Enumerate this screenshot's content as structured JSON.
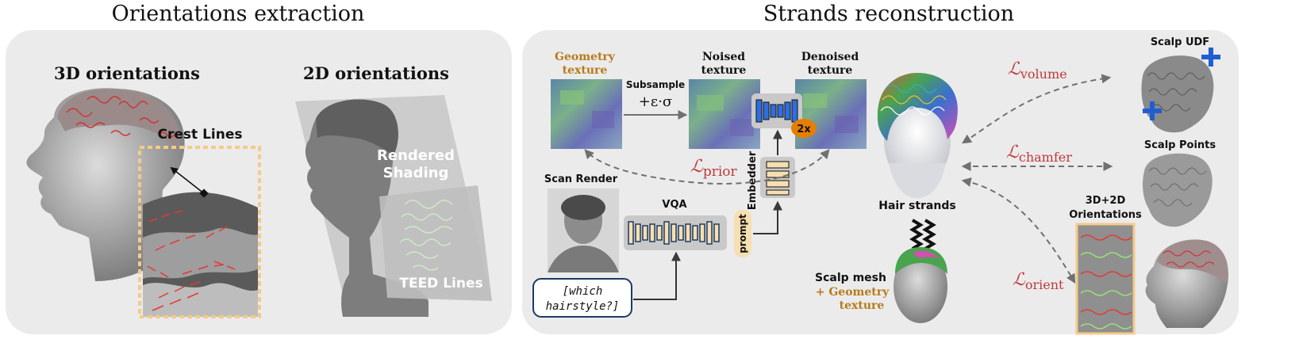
{
  "left_panel": {
    "title": "Orientations extraction",
    "label_3d": "3D orientations",
    "label_crest": "Crest Lines",
    "label_2d": "2D orientations",
    "label_shading": [
      "Rendered",
      "Shading"
    ],
    "label_teed": "TEED Lines"
  },
  "right_panel": {
    "title": "Strands reconstruction",
    "geometry_texture": [
      "Geometry",
      "texture"
    ],
    "noised_texture": [
      "Noised",
      "texture"
    ],
    "denoised_texture": [
      "Denoised",
      "texture"
    ],
    "subsample_label": "Subsample",
    "noise_formula": "+ε·σ",
    "two_x": "2x",
    "embedder": "Embedder",
    "loss_prior_symbol": "ℒ",
    "loss_prior_sub": "prior",
    "scan_render": "Scan Render",
    "vqa": "VQA",
    "prompt": "prompt",
    "question": [
      "[which",
      "hairstyle?]"
    ],
    "hair_strands": "Hair strands",
    "scalp_mesh": "Scalp mesh",
    "scalp_mesh_sub": [
      "+ Geometry",
      "texture"
    ],
    "losses": [
      {
        "symbol": "ℒ",
        "sub": "volume"
      },
      {
        "symbol": "ℒ",
        "sub": "chamfer"
      },
      {
        "symbol": "ℒ",
        "sub": "orient"
      }
    ],
    "scalp_udf": "Scalp UDF",
    "scalp_points": "Scalp Points",
    "orientations_label": [
      "3D+2D",
      "Orientations"
    ]
  },
  "colors": {
    "panel_bg": "#ebebeb",
    "loss_red": "#c0393b",
    "geometry_orange": "#b87a1a",
    "plus_blue": "#1f5fd1",
    "crest_frame": "#f6c98a",
    "question_border": "#1d3a63",
    "embed_fill": "#f6dfb0",
    "unet_fill": "#2f6ee0",
    "badge_orange": "#e77e00"
  }
}
